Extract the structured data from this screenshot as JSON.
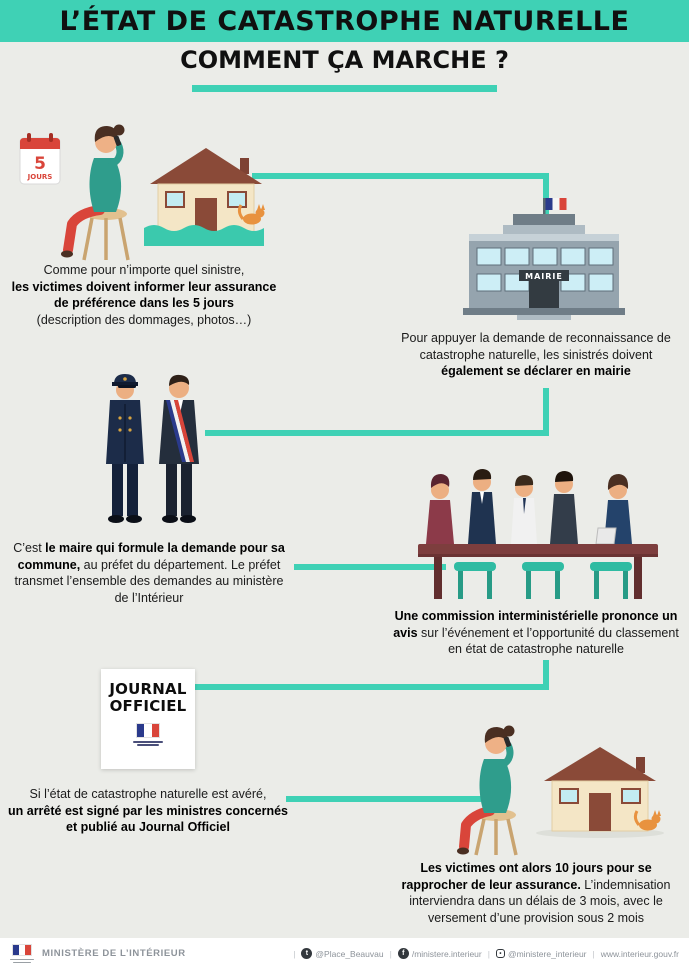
{
  "header": {
    "title": "L’ÉTAT DE CATASTROPHE NATURELLE",
    "subtitle": "COMMENT ÇA MARCHE ?"
  },
  "colors": {
    "accent_teal": "#3fd1b5",
    "accent_red": "#d9453a",
    "background": "#ebece8",
    "text": "#1b1b1b"
  },
  "steps": {
    "declare_assurance": {
      "calendar_number": "5",
      "calendar_unit": "JOURS",
      "seg1": "Comme pour n’importe quel sinistre,",
      "seg2_bold": "les victimes doivent informer leur assurance de préférence dans les 5 jours",
      "seg3": "(description des dommages, photos…)"
    },
    "declare_mairie": {
      "building_sign": "MAIRIE",
      "seg1": "Pour appuyer la demande de reconnaissance de catastrophe naturelle, les sinistrés doivent",
      "seg2_bold": "également se déclarer en mairie"
    },
    "maire_prefet": {
      "seg1": "C’est",
      "seg2_bold": "le maire qui formule la demande pour sa commune,",
      "seg3": "au préfet du département. Le préfet transmet l’ensemble des demandes au ministère de l’Intérieur"
    },
    "commission": {
      "seg1_bold": "Une commission interministérielle prononce un avis",
      "seg2": "sur l’événement et l’opportunité du classement en état de catastrophe naturelle"
    },
    "journal_officiel": {
      "box_line1": "JOURNAL",
      "box_line2": "OFFICIEL",
      "seg1": "Si l’état de catastrophe naturelle est avéré,",
      "seg2_bold": "un arrêté est signé par les ministres concernés et publié au Journal Officiel"
    },
    "indemnisation": {
      "seg1_bold": "Les victimes ont alors 10 jours pour se rapprocher de leur assurance.",
      "seg2": "L’indemnisation interviendra dans un délais de 3 mois, avec le versement d’une provision sous 2 mois"
    }
  },
  "footer": {
    "ministry": "MINISTÈRE DE L’INTÉRIEUR",
    "twitter_handle": "@Place_Beauvau",
    "facebook_handle": "/ministere.interieur",
    "instagram_handle": "@ministere_interieur",
    "website": "www.interieur.gouv.fr"
  }
}
